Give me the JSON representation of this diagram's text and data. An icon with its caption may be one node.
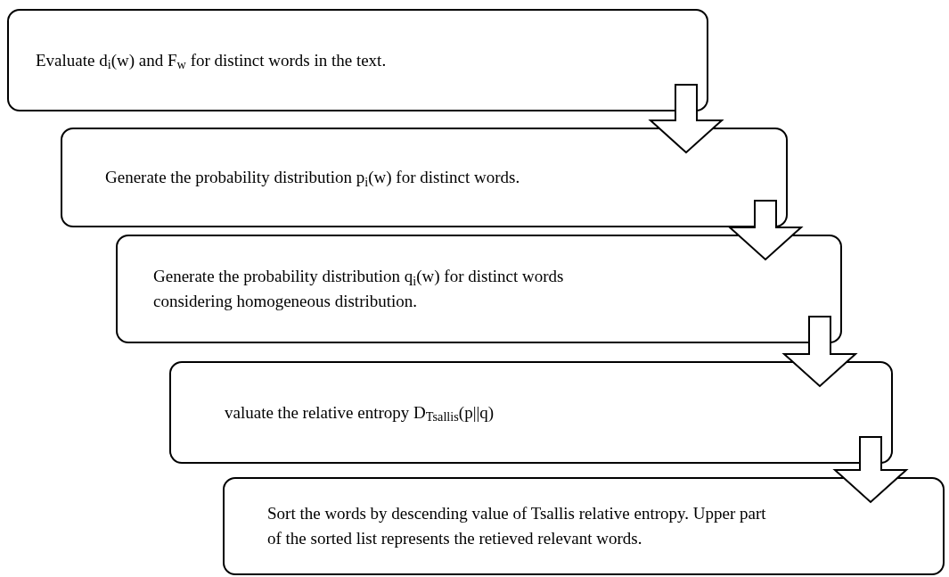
{
  "diagram": {
    "nodes": [
      {
        "text": [
          "Evaluate  d$_{i}$(w) and F$_{w}$ for distinct words in the text."
        ]
      },
      {
        "text": [
          "Generate the probability distribution p$_{i}$(w) for distinct words."
        ]
      },
      {
        "text": [
          "Generate the probability distribution q$_{i}$(w) for distinct words considering homogeneous distribution."
        ]
      },
      {
        "text": [
          "valuate the relative entropy D$_{Tsallis}$(p||q)"
        ]
      },
      {
        "text": [
          "Sort the words by descending value of Tsallis relative entropy. Upper part of the sorted list represents the retieved relevant words."
        ]
      }
    ],
    "edges": [
      {
        "from": 0,
        "to": 1,
        "arrow": "to"
      },
      {
        "from": 1,
        "to": 2,
        "arrow": "to"
      },
      {
        "from": 2,
        "to": 3,
        "arrow": "to"
      },
      {
        "from": 3,
        "to": 4,
        "arrow": "to"
      }
    ]
  }
}
